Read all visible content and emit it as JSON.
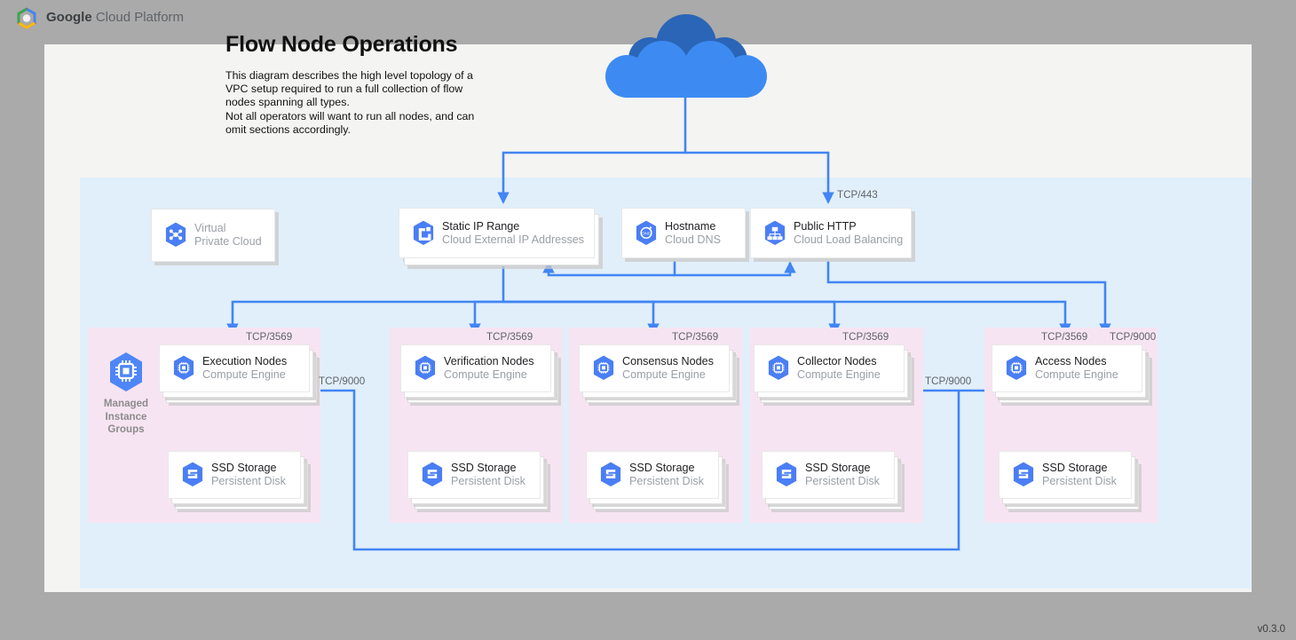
{
  "header": {
    "brand_bold": "Google",
    "brand_rest": " Cloud Platform",
    "logo_icon": "gcp-hexagon-logo-icon"
  },
  "title": "Flow Node Operations",
  "description": "This diagram describes the high level topology of a VPC setup required to run a full collection of flow nodes spanning all types.\nNot all operators will want to run all nodes, and can omit sections accordingly.",
  "version": "v0.3.0",
  "colors": {
    "accent_blue": "#4285f4",
    "cloud_dark": "#2a65b7",
    "cloud_light": "#3d8bf2",
    "vpc_region": "#e1effb",
    "group_panel": "#f7e4f2",
    "canvas": "#f4f4f2",
    "page_bg": "#aaaaaa",
    "label_gray": "#5f6368",
    "subtitle_gray": "#9aa0a6"
  },
  "internet_cloud": {
    "name": "internet-cloud"
  },
  "top_nodes": [
    {
      "id": "vpc",
      "title": "Virtual",
      "subtitle": "Private Cloud",
      "icon": "virtual-private-cloud-icon",
      "stacked": false
    },
    {
      "id": "static-ip",
      "title": "Static IP Range",
      "subtitle": "Cloud External IP Addresses",
      "icon": "cloud-external-ip-icon",
      "stacked": true
    },
    {
      "id": "hostname",
      "title": "Hostname",
      "subtitle": "Cloud DNS",
      "icon": "cloud-dns-icon",
      "stacked": false
    },
    {
      "id": "public-http",
      "title": "Public HTTP",
      "subtitle": "Cloud Load Balancing",
      "icon": "cloud-load-balancing-icon",
      "stacked": false
    }
  ],
  "managed_instance_groups_label": "Managed\nInstance\nGroups",
  "managed_instance_groups_icon": "managed-instance-groups-icon",
  "node_groups": [
    {
      "id": "execution",
      "node_title": "Execution Nodes",
      "node_subtitle": "Compute Engine",
      "node_icon": "compute-engine-icon",
      "storage_title": "SSD Storage",
      "storage_subtitle": "Persistent Disk",
      "storage_icon": "persistent-disk-icon",
      "inbound_port": "TCP/3569"
    },
    {
      "id": "verification",
      "node_title": "Verification Nodes",
      "node_subtitle": "Compute Engine",
      "node_icon": "compute-engine-icon",
      "storage_title": "SSD Storage",
      "storage_subtitle": "Persistent Disk",
      "storage_icon": "persistent-disk-icon",
      "inbound_port": "TCP/3569"
    },
    {
      "id": "consensus",
      "node_title": "Consensus Nodes",
      "node_subtitle": "Compute Engine",
      "node_icon": "compute-engine-icon",
      "storage_title": "SSD Storage",
      "storage_subtitle": "Persistent Disk",
      "storage_icon": "persistent-disk-icon",
      "inbound_port": "TCP/3569"
    },
    {
      "id": "collector",
      "node_title": "Collector Nodes",
      "node_subtitle": "Compute Engine",
      "node_icon": "compute-engine-icon",
      "storage_title": "SSD Storage",
      "storage_subtitle": "Persistent Disk",
      "storage_icon": "persistent-disk-icon",
      "inbound_port": "TCP/3569"
    },
    {
      "id": "access",
      "node_title": "Access Nodes",
      "node_subtitle": "Compute Engine",
      "node_icon": "compute-engine-icon",
      "storage_title": "SSD Storage",
      "storage_subtitle": "Persistent Disk",
      "storage_icon": "persistent-disk-icon",
      "inbound_port": "TCP/3569"
    }
  ],
  "connection_labels": {
    "lb_ingress": "TCP/443",
    "access_extra_ingress": "TCP/9000",
    "access_to_collector": "TCP/9000",
    "access_to_execution": "TCP/9000"
  }
}
